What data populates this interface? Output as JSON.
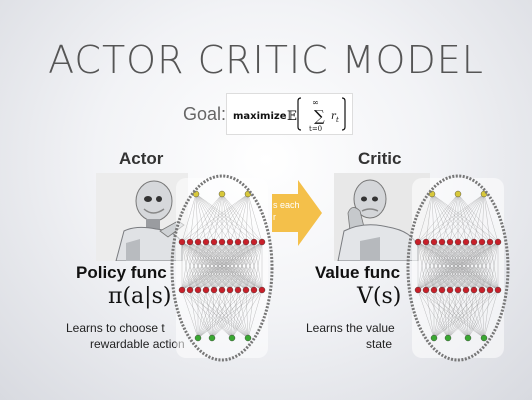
{
  "title": "ACTOR CRITIC MODEL",
  "goal": {
    "label": "Goal:",
    "formula_word": "maximize",
    "expectation_symbol": "𝔼",
    "sum_upper": "∞",
    "sum_lower": "t=0",
    "sum_term": "r",
    "sum_subscript": "t"
  },
  "actor": {
    "heading": "Actor",
    "function_title": "Policy func",
    "function_formula": "π(a|s)",
    "description_line1": "Learns to choose t",
    "description_line2": "rewardable action"
  },
  "critic": {
    "heading": "Critic",
    "function_title": "Value func",
    "function_formula": "V(s)",
    "description_line1": "Learns the value",
    "description_line2": "state"
  },
  "arrow": {
    "text_line1": "s each",
    "text_line2": "r",
    "color": "#f4c04a"
  },
  "colors": {
    "title": "#555555",
    "nn_red": "#c8202a",
    "nn_green": "#3aa832",
    "nn_yellow": "#d8c83a"
  }
}
